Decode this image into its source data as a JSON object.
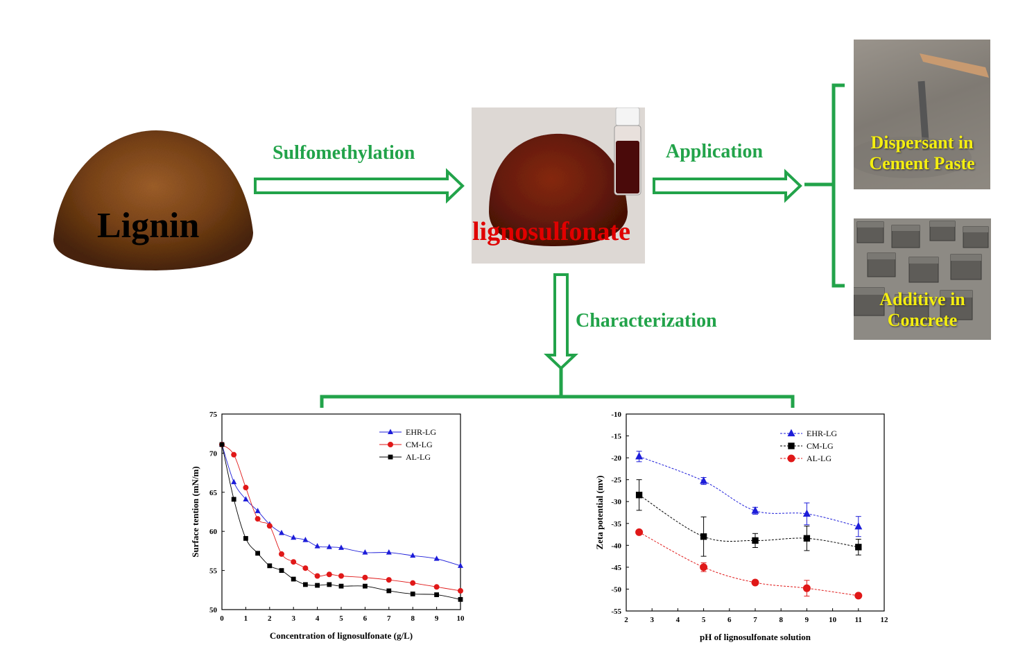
{
  "flow": {
    "lignin_label": "Lignin",
    "product_label": "lignosulfonate",
    "step1_label": "Sulfomethylation",
    "step2_label": "Application",
    "step3_label": "Characterization",
    "app1_label_line1": "Dispersant in",
    "app1_label_line2": "Cement Paste",
    "app2_label_line1": "Additive in",
    "app2_label_line2": "Concrete"
  },
  "colors": {
    "arrow_green": "#22a34a",
    "lignin_brown": "#6e3a10",
    "product_red": "#e00000",
    "label_yellow": "#f4ee10",
    "series_blue": "#1d1dd9",
    "series_red": "#e01818",
    "series_black": "#000000"
  },
  "chart_data": [
    {
      "type": "line",
      "xlabel": "Concentration of lignosulfonate (g/L)",
      "ylabel": "Surface tention (mN/m)",
      "xlim": [
        0,
        10
      ],
      "ylim": [
        50,
        75
      ],
      "xticks": [
        0,
        1,
        2,
        3,
        4,
        5,
        6,
        7,
        8,
        9,
        10
      ],
      "yticks": [
        50,
        55,
        60,
        65,
        70,
        75
      ],
      "legend_position": "top-right",
      "series": [
        {
          "name": "EHR-LG",
          "marker": "triangle",
          "color": "#1d1dd9",
          "x": [
            0,
            0.5,
            1,
            1.5,
            2,
            2.5,
            3,
            3.5,
            4,
            4.5,
            5,
            6,
            7,
            8,
            9,
            10
          ],
          "y": [
            71.1,
            66.3,
            64.1,
            62.6,
            60.9,
            59.8,
            59.2,
            58.9,
            58.1,
            58.0,
            57.9,
            57.3,
            57.3,
            56.9,
            56.5,
            55.6
          ]
        },
        {
          "name": "CM-LG",
          "marker": "circle",
          "color": "#e01818",
          "x": [
            0,
            0.5,
            1,
            1.5,
            2,
            2.5,
            3,
            3.5,
            4,
            4.5,
            5,
            6,
            7,
            8,
            9,
            10
          ],
          "y": [
            71.1,
            69.8,
            65.6,
            61.6,
            60.7,
            57.1,
            56.1,
            55.3,
            54.3,
            54.5,
            54.3,
            54.1,
            53.8,
            53.4,
            52.9,
            52.4
          ]
        },
        {
          "name": "AL-LG",
          "marker": "square",
          "color": "#000000",
          "x": [
            0,
            0.5,
            1,
            1.5,
            2,
            2.5,
            3,
            3.5,
            4,
            4.5,
            5,
            6,
            7,
            8,
            9,
            10
          ],
          "y": [
            71.1,
            64.1,
            59.1,
            57.2,
            55.6,
            55.0,
            53.9,
            53.2,
            53.1,
            53.2,
            53.0,
            53.0,
            52.4,
            52.0,
            51.9,
            51.3
          ]
        }
      ]
    },
    {
      "type": "line",
      "xlabel": "pH of lignosulfonate solution",
      "ylabel": "Zeta potential (mv)",
      "xlim": [
        2,
        12
      ],
      "ylim": [
        -55,
        -10
      ],
      "xticks": [
        2,
        3,
        4,
        5,
        6,
        7,
        8,
        9,
        10,
        11,
        12
      ],
      "yticks": [
        -10,
        -15,
        -20,
        -25,
        -30,
        -35,
        -40,
        -45,
        -50,
        -55
      ],
      "legend_position": "top-right",
      "series": [
        {
          "name": "EHR-LG",
          "marker": "triangle",
          "color": "#1d1dd9",
          "x": [
            2.5,
            5,
            7,
            9,
            11
          ],
          "y": [
            -19.7,
            -25.3,
            -32.1,
            -32.8,
            -35.7
          ],
          "err": [
            1.2,
            0.8,
            0.8,
            2.5,
            2.3
          ]
        },
        {
          "name": "CM-LG",
          "marker": "square",
          "color": "#000000",
          "x": [
            2.5,
            5,
            7,
            9,
            11
          ],
          "y": [
            -28.5,
            -38.0,
            -38.9,
            -38.4,
            -40.4
          ],
          "err": [
            3.5,
            4.5,
            1.6,
            2.8,
            1.8
          ]
        },
        {
          "name": "AL-LG",
          "marker": "circle",
          "color": "#e01818",
          "x": [
            2.5,
            5,
            7,
            9,
            11
          ],
          "y": [
            -37.0,
            -45.0,
            -48.5,
            -49.8,
            -51.5
          ],
          "err": [
            0.5,
            1.0,
            0.5,
            1.8,
            0.5
          ]
        }
      ]
    }
  ]
}
